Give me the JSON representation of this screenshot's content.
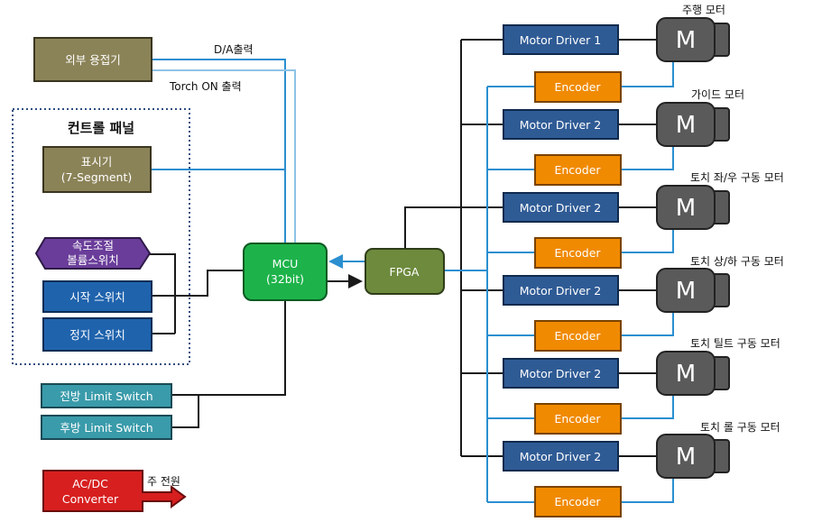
{
  "colors": {
    "olive": "#8b8358",
    "blue_box": "#1f63ad",
    "teal": "#3a9baa",
    "purple": "#6a3d9a",
    "green": "#1db34a",
    "fpga": "#6d8a3d",
    "motor_driver": "#2f5b95",
    "encoder": "#f08a00",
    "motor": "#5a5a5a",
    "red": "#d71f1f",
    "line_dark": "#1a1a1a",
    "line_blue": "#2b8fd0",
    "line_light_blue": "#8ec3e6"
  },
  "external_welder": "외부 용접기",
  "signal_da": "D/A출력",
  "signal_torch": "Torch ON 출력",
  "control_panel": {
    "title": "컨트롤 패널",
    "display_line1": "표시기",
    "display_line2": "(7-Segment)",
    "speed_line1": "속도조절",
    "speed_line2": "볼륨스위치",
    "start_switch": "시작 스위치",
    "stop_switch": "정지 스위치"
  },
  "front_limit": "전방 Limit Switch",
  "rear_limit": "후방 Limit Switch",
  "acdc_line1": "AC/DC",
  "acdc_line2": "Converter",
  "main_power": "주 전원",
  "mcu_line1": "MCU",
  "mcu_line2": "(32bit)",
  "fpga": "FPGA",
  "channels": [
    {
      "driver": "Motor Driver 1",
      "encoder": "Encoder",
      "motor_symbol": "M",
      "motor_label": "주행 모터"
    },
    {
      "driver": "Motor Driver 2",
      "encoder": "Encoder",
      "motor_symbol": "M",
      "motor_label": "가이드 모터"
    },
    {
      "driver": "Motor Driver 2",
      "encoder": "Encoder",
      "motor_symbol": "M",
      "motor_label": "토치 좌/우 구동 모터"
    },
    {
      "driver": "Motor Driver 2",
      "encoder": "Encoder",
      "motor_symbol": "M",
      "motor_label": "토치 상/하 구동 모터"
    },
    {
      "driver": "Motor Driver 2",
      "encoder": "Encoder",
      "motor_symbol": "M",
      "motor_label": "토치 틸트 구동 모터"
    },
    {
      "driver": "Motor Driver 2",
      "encoder": "Encoder",
      "motor_symbol": "M",
      "motor_label": "토치 롤 구동 모터"
    }
  ]
}
